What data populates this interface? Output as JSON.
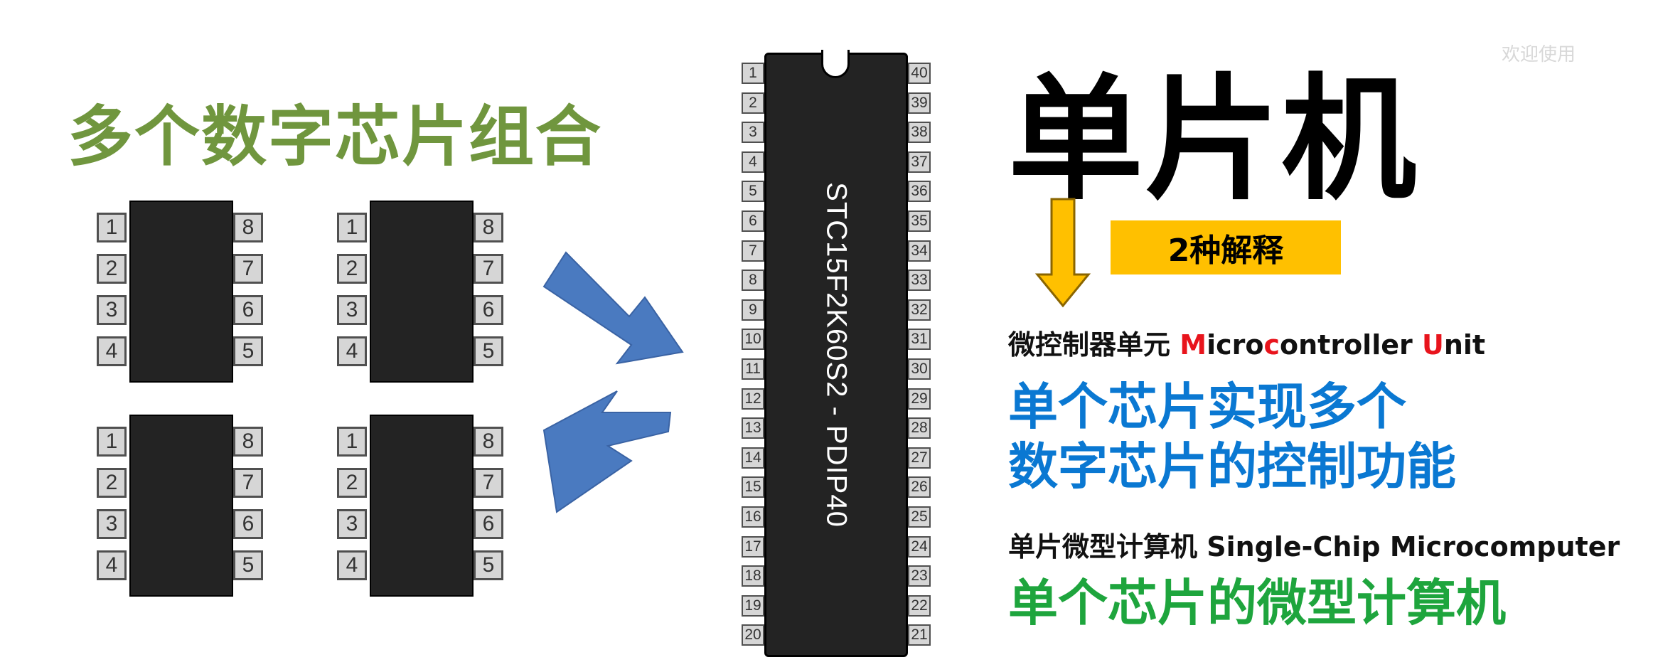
{
  "left_title": "多个数字芯片组合",
  "small_chip": {
    "left_pins": [
      "1",
      "2",
      "3",
      "4"
    ],
    "right_pins": [
      "8",
      "7",
      "6",
      "5"
    ]
  },
  "mcu": {
    "label": "STC15F2K60S2 - PDIP40",
    "left_pins": [
      "1",
      "2",
      "3",
      "4",
      "5",
      "6",
      "7",
      "8",
      "9",
      "10",
      "11",
      "12",
      "13",
      "14",
      "15",
      "16",
      "17",
      "18",
      "19",
      "20"
    ],
    "right_pins": [
      "40",
      "39",
      "38",
      "37",
      "36",
      "35",
      "34",
      "33",
      "32",
      "31",
      "30",
      "29",
      "28",
      "27",
      "26",
      "25",
      "24",
      "23",
      "22",
      "21"
    ]
  },
  "right": {
    "title": "单片机",
    "badge": "2种解释",
    "def1": {
      "cn": "微控制器单元 ",
      "parts": [
        {
          "text": "M",
          "highlight": true
        },
        {
          "text": "icro",
          "highlight": false
        },
        {
          "text": "c",
          "highlight": true
        },
        {
          "text": "ontroller ",
          "highlight": false
        },
        {
          "text": "U",
          "highlight": true
        },
        {
          "text": "nit",
          "highlight": false
        }
      ]
    },
    "blue_line1": "单个芯片实现多个",
    "blue_line2": "数字芯片的控制功能",
    "def2": "单片微型计算机 Single-Chip Microcomputer",
    "green_line": "单个芯片的微型计算机"
  },
  "watermark": "欢迎使用",
  "colors": {
    "green_title": "#70963e",
    "blue_text": "#0a78d2",
    "green_text": "#1ea53d",
    "arrow_blue": "#4a7ac0",
    "badge_yellow": "#ffc000",
    "highlight_red": "#e8141c"
  }
}
